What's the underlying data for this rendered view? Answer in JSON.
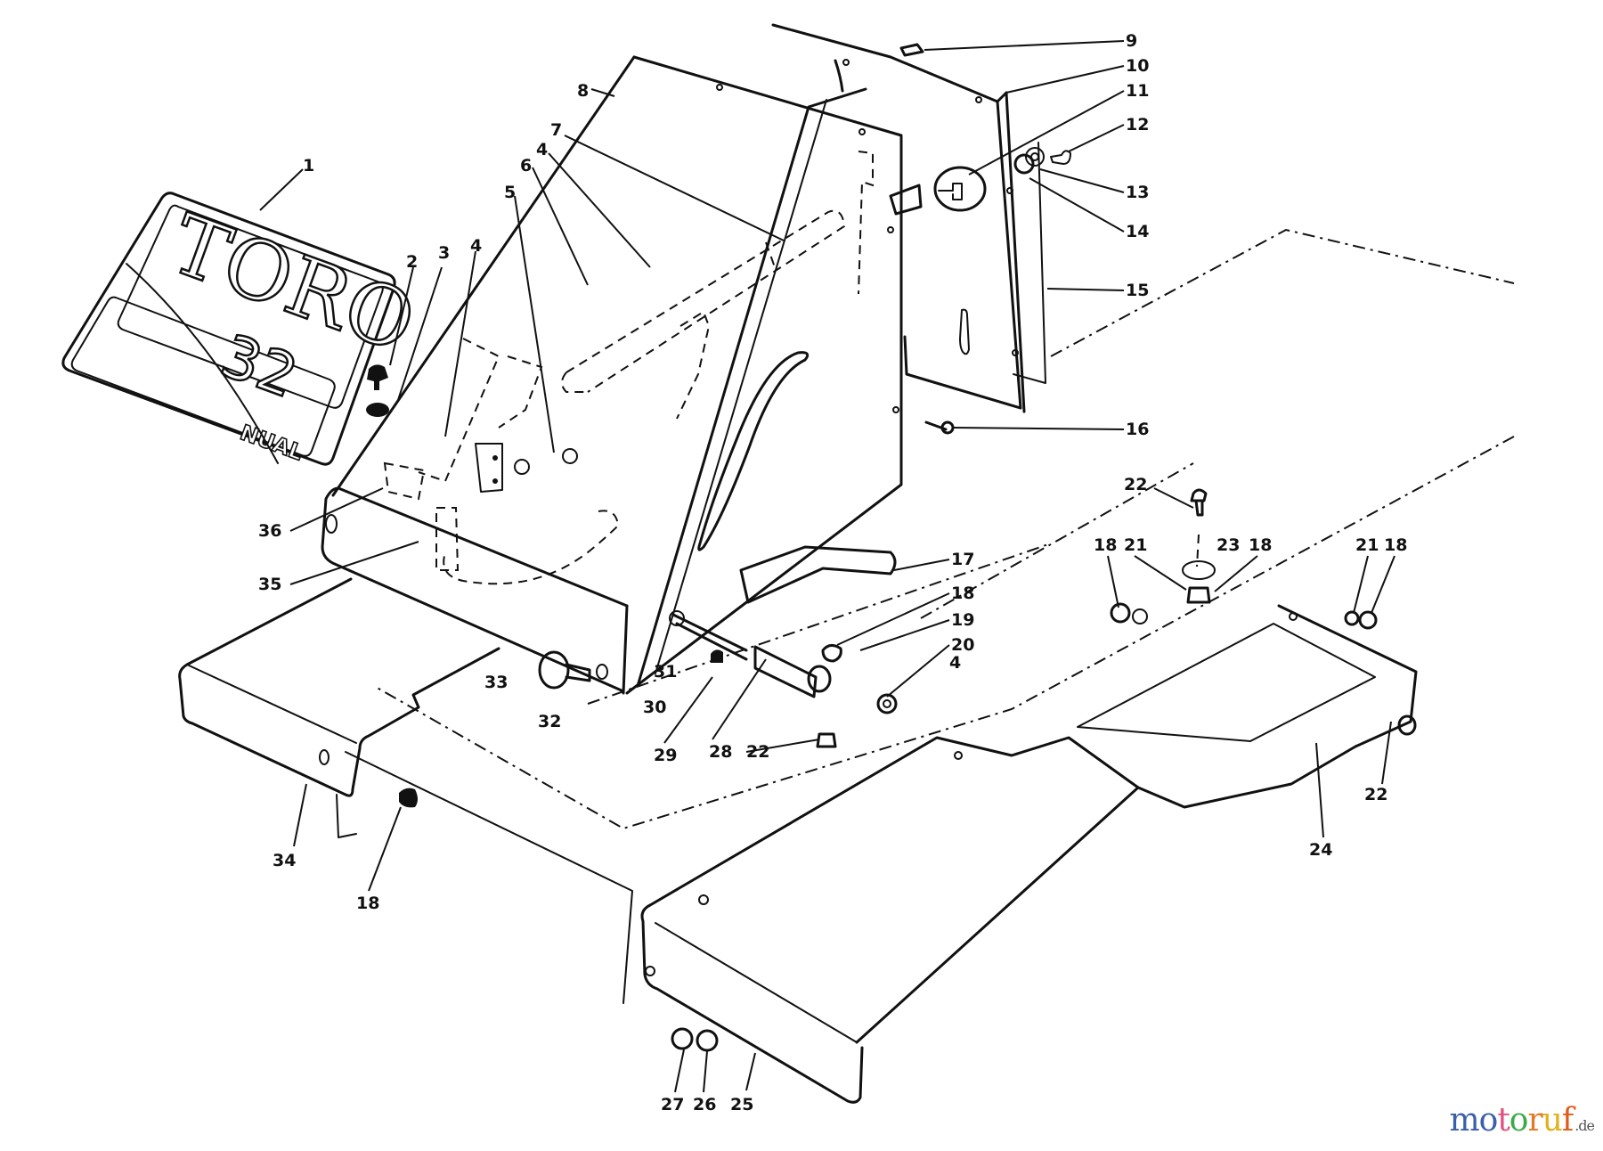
{
  "diagram": {
    "subject": "Toro snowthrower control panel and shroud assembly (exploded view)",
    "decal": {
      "brand": "TORO",
      "model_number": "32",
      "partial_text": "NUAL"
    },
    "callouts": [
      {
        "id": "c1",
        "label": "1"
      },
      {
        "id": "c2",
        "label": "2"
      },
      {
        "id": "c3",
        "label": "3"
      },
      {
        "id": "c4a",
        "label": "4"
      },
      {
        "id": "c4b",
        "label": "4"
      },
      {
        "id": "c4c",
        "label": "4"
      },
      {
        "id": "c5",
        "label": "5"
      },
      {
        "id": "c6",
        "label": "6"
      },
      {
        "id": "c7",
        "label": "7"
      },
      {
        "id": "c8",
        "label": "8"
      },
      {
        "id": "c9",
        "label": "9"
      },
      {
        "id": "c10",
        "label": "10"
      },
      {
        "id": "c11",
        "label": "11"
      },
      {
        "id": "c12",
        "label": "12"
      },
      {
        "id": "c13",
        "label": "13"
      },
      {
        "id": "c14",
        "label": "14"
      },
      {
        "id": "c15",
        "label": "15"
      },
      {
        "id": "c16",
        "label": "16"
      },
      {
        "id": "c17",
        "label": "17"
      },
      {
        "id": "c18a",
        "label": "18"
      },
      {
        "id": "c18b",
        "label": "18"
      },
      {
        "id": "c18c",
        "label": "18"
      },
      {
        "id": "c18d",
        "label": "18"
      },
      {
        "id": "c18e",
        "label": "18"
      },
      {
        "id": "c19",
        "label": "19"
      },
      {
        "id": "c20",
        "label": "20"
      },
      {
        "id": "c21a",
        "label": "21"
      },
      {
        "id": "c21b",
        "label": "21"
      },
      {
        "id": "c22a",
        "label": "22"
      },
      {
        "id": "c22b",
        "label": "22"
      },
      {
        "id": "c22c",
        "label": "22"
      },
      {
        "id": "c23",
        "label": "23"
      },
      {
        "id": "c24",
        "label": "24"
      },
      {
        "id": "c25",
        "label": "25"
      },
      {
        "id": "c26",
        "label": "26"
      },
      {
        "id": "c27",
        "label": "27"
      },
      {
        "id": "c28",
        "label": "28"
      },
      {
        "id": "c29",
        "label": "29"
      },
      {
        "id": "c30",
        "label": "30"
      },
      {
        "id": "c31",
        "label": "31"
      },
      {
        "id": "c32",
        "label": "32"
      },
      {
        "id": "c33",
        "label": "33"
      },
      {
        "id": "c34",
        "label": "34"
      },
      {
        "id": "c35",
        "label": "35"
      },
      {
        "id": "c36",
        "label": "36"
      }
    ]
  },
  "watermark": {
    "letters": [
      "m",
      "o",
      "t",
      "o",
      "r",
      "u",
      "f"
    ],
    "letter_colors": [
      "#3b5fa8",
      "#3b5fa8",
      "#e0517f",
      "#3daa4a",
      "#e07a2a",
      "#e0b21e",
      "#e05a1a"
    ],
    "tld": ".de"
  }
}
